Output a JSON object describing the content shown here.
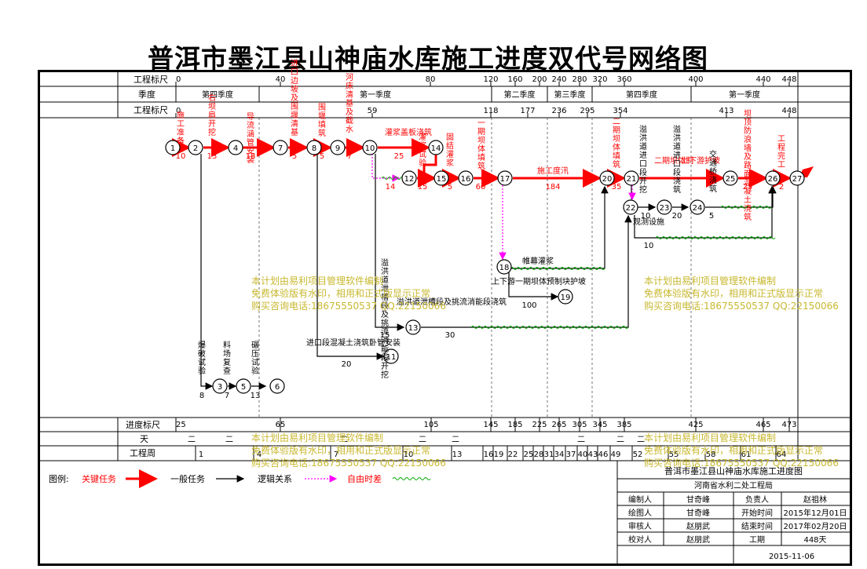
{
  "title": "普洱市墨江县山神庙水库施工进度双代号网络图",
  "header": {
    "row1_label": "工程标尺",
    "row1_ticks": [
      "0",
      "40",
      "80",
      "120",
      "160",
      "200",
      "240",
      "280",
      "320",
      "360",
      "400",
      "440",
      "448"
    ],
    "row2_label": "季度",
    "quarters": [
      "第四季度",
      "第一季度",
      "第二季度",
      "第三季度",
      "第四季度",
      "第一季度"
    ],
    "row3_label": "工程标尺",
    "row3_ticks": [
      "0",
      "59",
      "118",
      "177",
      "236",
      "295",
      "354",
      "413",
      "448"
    ]
  },
  "footer": {
    "row1_label": "进度标尺",
    "row1_ticks": [
      "25",
      "65",
      "105",
      "145",
      "185",
      "225",
      "265",
      "305",
      "345",
      "385",
      "425",
      "465",
      "473"
    ],
    "row2_label": "天",
    "row2_marks": [
      "二",
      "二",
      "二",
      "二",
      "二",
      "二",
      "二",
      "二"
    ],
    "row3_label": "工程周",
    "weeks": [
      "1",
      "4",
      "7",
      "10",
      "13",
      "16",
      "19",
      "22",
      "25",
      "28",
      "31",
      "34",
      "37",
      "40",
      "43",
      "46",
      "49",
      "52",
      "55",
      "58",
      "61",
      "64"
    ]
  },
  "nodes": [
    "1",
    "2",
    "3",
    "4",
    "5",
    "6",
    "7",
    "8",
    "9",
    "10",
    "11",
    "12",
    "13",
    "14",
    "15",
    "16",
    "17",
    "18",
    "19",
    "20",
    "21",
    "22",
    "23",
    "24",
    "25",
    "26",
    "27"
  ],
  "activities": [
    {
      "name": "施工准备",
      "days": "10"
    },
    {
      "name": "右坝肩开挖",
      "days": "13"
    },
    {
      "name": "导流涵管安装",
      "days": "18"
    },
    {
      "name": "进口边坡及围堰清基",
      "days": "5"
    },
    {
      "name": "围堰填筑",
      "days": "5"
    },
    {
      "name": "河床清基及截水",
      "days": "7"
    },
    {
      "name": "灌浆盖板浇筑",
      "days": "25"
    },
    {
      "name": "灌浆试验",
      "days": "15"
    },
    {
      "name": "固结灌浆",
      "days": "5"
    },
    {
      "name": "一期坝体填筑",
      "days": "60"
    },
    {
      "name": "施工度汛",
      "days": "184"
    },
    {
      "name": "二期坝体填筑",
      "days": "35"
    },
    {
      "name": "溢洪道进口段开挖",
      "days": "10"
    },
    {
      "name": "二期坝体制",
      "days": ""
    },
    {
      "name": "上下游护坡",
      "days": ""
    },
    {
      "name": "溢洪道进口段浇筑",
      "days": "20"
    },
    {
      "name": "交通桥浇筑",
      "days": "5"
    },
    {
      "name": "坝顶防浪墙及路面混凝土浇筑",
      "days": "25"
    },
    {
      "name": "工程完工",
      "days": "2"
    },
    {
      "name": "观测设施",
      "days": "10"
    },
    {
      "name": "帷幕灌浆",
      "days": ""
    },
    {
      "name": "上下游一期坝体预制块护坡",
      "days": "100"
    },
    {
      "name": "溢洪道泄槽段及挑流消能段开挖",
      "days": "15"
    },
    {
      "name": "溢洪道泄槽段及挑流消能段浇筑",
      "days": "30"
    },
    {
      "name": "进口段混凝土浇筑卧管安装",
      "days": "20"
    },
    {
      "name": "爆破试验",
      "days": "8"
    },
    {
      "name": "料场复查",
      "days": "7"
    },
    {
      "name": "碾压试验",
      "days": "13"
    },
    {
      "name": "",
      "days": "14"
    }
  ],
  "watermark": [
    "本计划由易利项目管理软件编制",
    "免费体验版有水印，相用和正式版显示正常",
    "购买咨询电话:18675550537 QQ:22150066"
  ],
  "legend": {
    "label": "图例:",
    "critical": "关键任务",
    "normal": "一般任务",
    "logic": "逻辑关系",
    "float": "自由时差"
  },
  "info": {
    "project": "普洱市墨江县山神庙水库施工进度图",
    "company": "河南省水利二处工程局",
    "rows": [
      {
        "k1": "编制人",
        "v1": "甘奇峰",
        "k2": "负责人",
        "v2": "赵祖林"
      },
      {
        "k1": "绘图人",
        "v1": "甘奇峰",
        "k2": "开始时间",
        "v2": "2015年12月01日"
      },
      {
        "k1": "审核人",
        "v1": "赵朋武",
        "k2": "结束时间",
        "v2": "2017年02月20日"
      },
      {
        "k1": "校对人",
        "v1": "赵朋武",
        "k2": "工期",
        "v2": "448天"
      }
    ],
    "date": "2015-11-06"
  },
  "colors": {
    "critical": "#ff0000",
    "normal": "#000000",
    "logic": "#ff00ff",
    "float": "#00aa00",
    "watermark": "#c8b830"
  }
}
